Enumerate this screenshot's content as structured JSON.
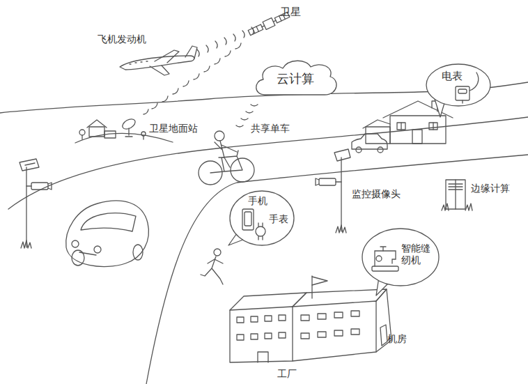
{
  "diagram": {
    "nodes": [
      {
        "text": [
          "云计算"
        ]
      },
      {
        "text": [
          "电表"
        ]
      },
      {
        "text": [
          "手机",
          "手表"
        ]
      },
      {
        "text": [
          "智能缝纫机"
        ]
      }
    ],
    "labels": [
      "卫星",
      "飞机发动机",
      "卫星地面站",
      "共享单车",
      "监控摄像头",
      "边缘计算",
      "机房",
      "工厂"
    ]
  }
}
